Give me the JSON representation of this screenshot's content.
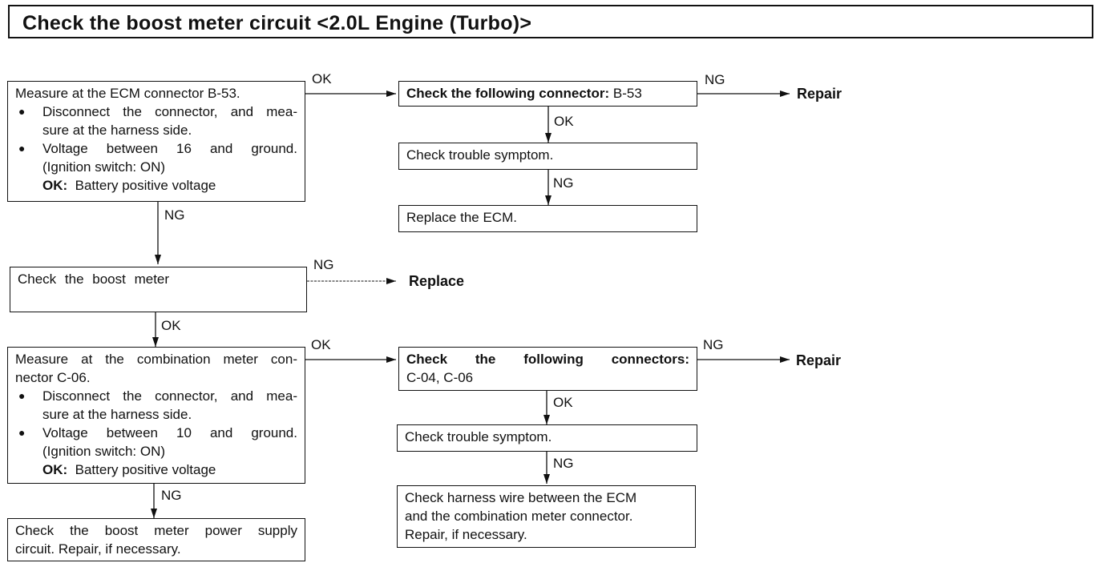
{
  "title": "Check the boost meter circuit <2.0L Engine (Turbo)>",
  "ok": "OK",
  "ng": "NG",
  "box1": {
    "line1": "Measure at the ECM connector B-53.",
    "b1a": "Disconnect the connector, and mea-",
    "b1b": "sure at the harness side.",
    "b2a": "Voltage between 16 and ground.",
    "b2b": "(Ignition switch: ON)",
    "ok_label": "OK:",
    "ok_value": "Battery positive voltage"
  },
  "box_connector1": {
    "bold": "Check the following connector:",
    "value": "B-53"
  },
  "result_repair": "Repair",
  "box_symptom": "Check trouble symptom.",
  "box_replace_ecm": "Replace the ECM.",
  "box_meter": "Check the boost meter",
  "result_replace": "Replace",
  "box2": {
    "line1": "Measure at the combination meter con-",
    "line2": "nector C-06.",
    "b1a": "Disconnect the connector, and mea-",
    "b1b": "sure at the harness side.",
    "b2a": "Voltage between 10 and ground.",
    "b2b": "(Ignition switch: ON)",
    "ok_label": "OK:",
    "ok_value": "Battery positive voltage"
  },
  "box_connectors2": {
    "bold": "Check the following connectors:",
    "value": "C-04, C-06"
  },
  "box_harness": {
    "line1": "Check harness wire between the ECM",
    "line2": "and the combination meter connector.",
    "line3": "Repair, if necessary."
  },
  "box_power": {
    "line1": "Check the boost meter power supply",
    "line2": "circuit. Repair, if necessary."
  }
}
